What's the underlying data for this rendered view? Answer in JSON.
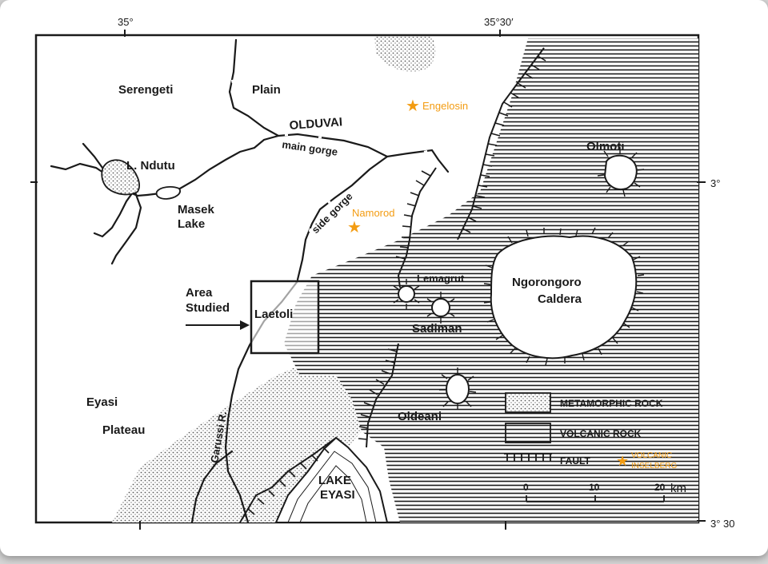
{
  "map": {
    "coords": {
      "lon_35": "35°",
      "lon_35_30": "35°30′",
      "lat_3": "3°",
      "lat_3_30": "3° 30"
    },
    "places": {
      "serengeti": "Serengeti",
      "plain": "Plain",
      "olduvai": "OLDUVAI",
      "main_gorge": "main gorge",
      "side_gorge": "side gorge",
      "l_ndutu": "L. Ndutu",
      "masek": "Masek",
      "lake": "Lake",
      "olmoti": "Olmoti",
      "lemagrut": "Lemagrut",
      "ngorongoro": "Ngorongoro",
      "caldera": "Caldera",
      "sadiman": "Sadiman",
      "oldeani": "Oldeani",
      "laetoli": "Laetoli",
      "area": "Area",
      "studied": "Studied",
      "eyasi": "Eyasi",
      "plateau": "Plateau",
      "garusi": "Garussi R.",
      "lake_eyasi_1": "LAKE",
      "lake_eyasi_2": "EYASI"
    },
    "inselbergs": {
      "engelosin": "Engelosin",
      "namorod": "Namorod"
    },
    "legend": {
      "metamorphic": "METAMORPHIC ROCK",
      "volcanic": "VOLCANIC ROCK",
      "fault": "FAULT",
      "inselberg_1": "VOLCANIC",
      "inselberg_2": "INSELBERG"
    },
    "scale": {
      "t0": "0",
      "t10": "10",
      "t20": "20",
      "unit": "km"
    },
    "colors": {
      "ink": "#1a1a1a",
      "inselberg": "#f39c12",
      "background": "#ffffff"
    },
    "icons": {
      "inselberg": "orange-star-icon"
    }
  }
}
